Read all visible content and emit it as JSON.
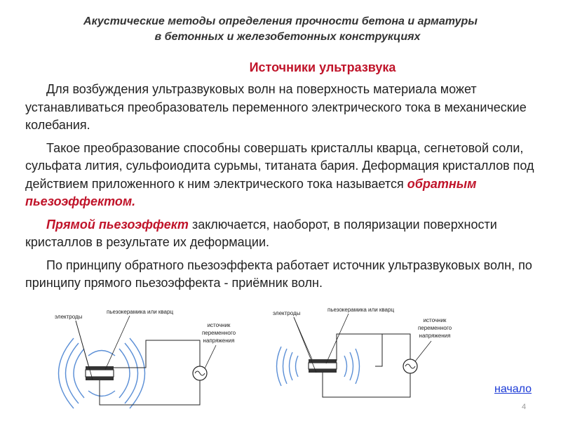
{
  "header": {
    "line1": "Акустические методы определения прочности бетона и арматуры",
    "line2": "в бетонных и железобетонных конструкциях"
  },
  "subtitle": "Источники ультразвука",
  "paragraphs": {
    "p1": "Для возбуждения ультразвуковых волн на поверхность материала может устанавливаться  преобразователь переменного электрического тока в механические колебания.",
    "p2_text": "Такое преобразование способны совершать кристаллы кварца, сегнетовой соли, сульфата лития, сульфоиодита сурьмы, титаната бария. Деформация кристаллов под действием приложенного к ним электрического тока называется ",
    "p2_highlight": "обратным пьезоэффектом.",
    "p3_highlight": "Прямой пьезоэффект",
    "p3_text": " заключается, наоборот, в поляризации поверхности кристаллов в результате их деформации.",
    "p4": "По принципу обратного пьезоэффекта работает источник ультразвуковых волн, по принципу прямого пьезоэффекта - приёмник волн."
  },
  "diagram_left": {
    "label_electrodes": "электроды",
    "label_piezo": "пьезокерамика или кварц",
    "label_source_1": "источник",
    "label_source_2": "переменного",
    "label_source_3": "напряжения"
  },
  "diagram_right": {
    "label_electrodes": "электроды",
    "label_piezo": "пьезокерамика или кварц",
    "label_source_1": "источник",
    "label_source_2": "переменного",
    "label_source_3": "напряжения"
  },
  "link": {
    "label": "начало"
  },
  "page_number": "4",
  "colors": {
    "accent_red": "#c0142a",
    "link_blue": "#1a39d6",
    "wave_blue": "#5b8fd6"
  }
}
